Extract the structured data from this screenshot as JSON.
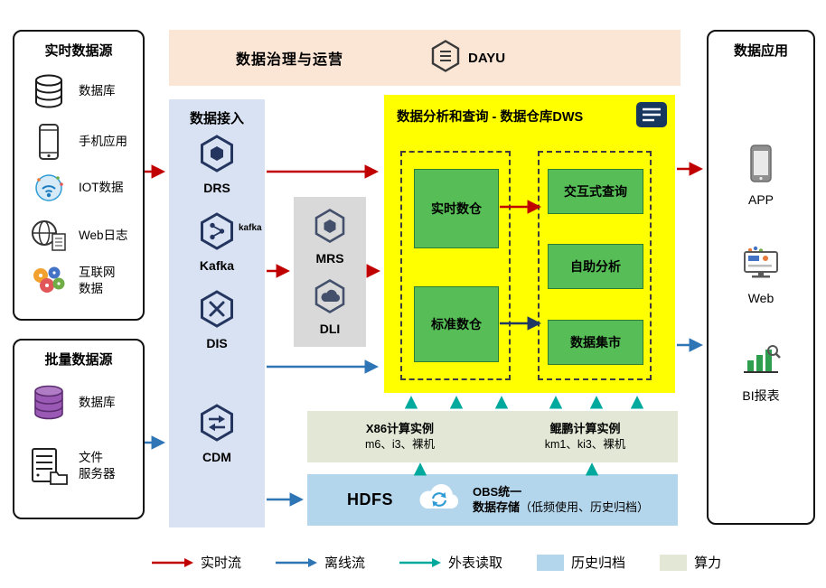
{
  "colors": {
    "realtime_flow": "#C00000",
    "offline_flow": "#2E75B6",
    "external_read": "#00A99D",
    "archive": "#B4D6EC",
    "compute": "#E2E8D5",
    "dws_bg": "#FFFF00",
    "service_green": "#57BE57"
  },
  "realtime_sources": {
    "title": "实时数据源",
    "items": [
      {
        "label": "数据库",
        "icon": "database-icon"
      },
      {
        "label": "手机应用",
        "icon": "mobile-app-icon"
      },
      {
        "label": "IOT数据",
        "icon": "iot-icon"
      },
      {
        "label": "Web日志",
        "icon": "web-log-icon"
      },
      {
        "label": "互联网\n数据",
        "icon": "internet-data-icon"
      }
    ]
  },
  "batch_sources": {
    "title": "批量数据源",
    "items": [
      {
        "label": "数据库",
        "icon": "purple-database-icon"
      },
      {
        "label": "文件\n服务器",
        "icon": "file-server-icon"
      }
    ]
  },
  "governance": {
    "title": "数据治理与运营",
    "product": "DAYU"
  },
  "ingestion": {
    "title": "数据接入",
    "services": [
      {
        "name": "DRS"
      },
      {
        "name": "Kafka",
        "wordmark": "kafka"
      },
      {
        "name": "DIS"
      },
      {
        "name": "CDM"
      }
    ]
  },
  "processing": {
    "services": [
      {
        "name": "MRS"
      },
      {
        "name": "DLI"
      }
    ]
  },
  "dws": {
    "title": "数据分析和查询 - 数据仓库DWS",
    "warehouses": [
      "实时数仓",
      "标准数仓"
    ],
    "analytics": [
      "交互式查询",
      "自助分析",
      "数据集市"
    ]
  },
  "compute": {
    "x86": {
      "title": "X86计算实例",
      "models": "m6、i3、裸机"
    },
    "kunpeng": {
      "title": "鲲鹏计算实例",
      "models": "km1、ki3、裸机"
    }
  },
  "storage": {
    "hdfs": "HDFS",
    "obs_line1": "OBS统一",
    "obs_line2": "数据存储",
    "obs_note": "（低频使用、历史归档）"
  },
  "applications": {
    "title": "数据应用",
    "items": [
      {
        "label": "APP",
        "icon": "app-icon"
      },
      {
        "label": "Web",
        "icon": "web-icon"
      },
      {
        "label": "BI报表",
        "icon": "bi-report-icon"
      }
    ]
  },
  "legend": {
    "items": [
      {
        "label": "实时流",
        "type": "arrow",
        "color": "#C00000"
      },
      {
        "label": "离线流",
        "type": "arrow",
        "color": "#2E75B6"
      },
      {
        "label": "外表读取",
        "type": "arrow",
        "color": "#00A99D"
      },
      {
        "label": "历史归档",
        "type": "swatch",
        "color": "#B4D6EC"
      },
      {
        "label": "算力",
        "type": "swatch",
        "color": "#E2E8D5"
      }
    ]
  }
}
